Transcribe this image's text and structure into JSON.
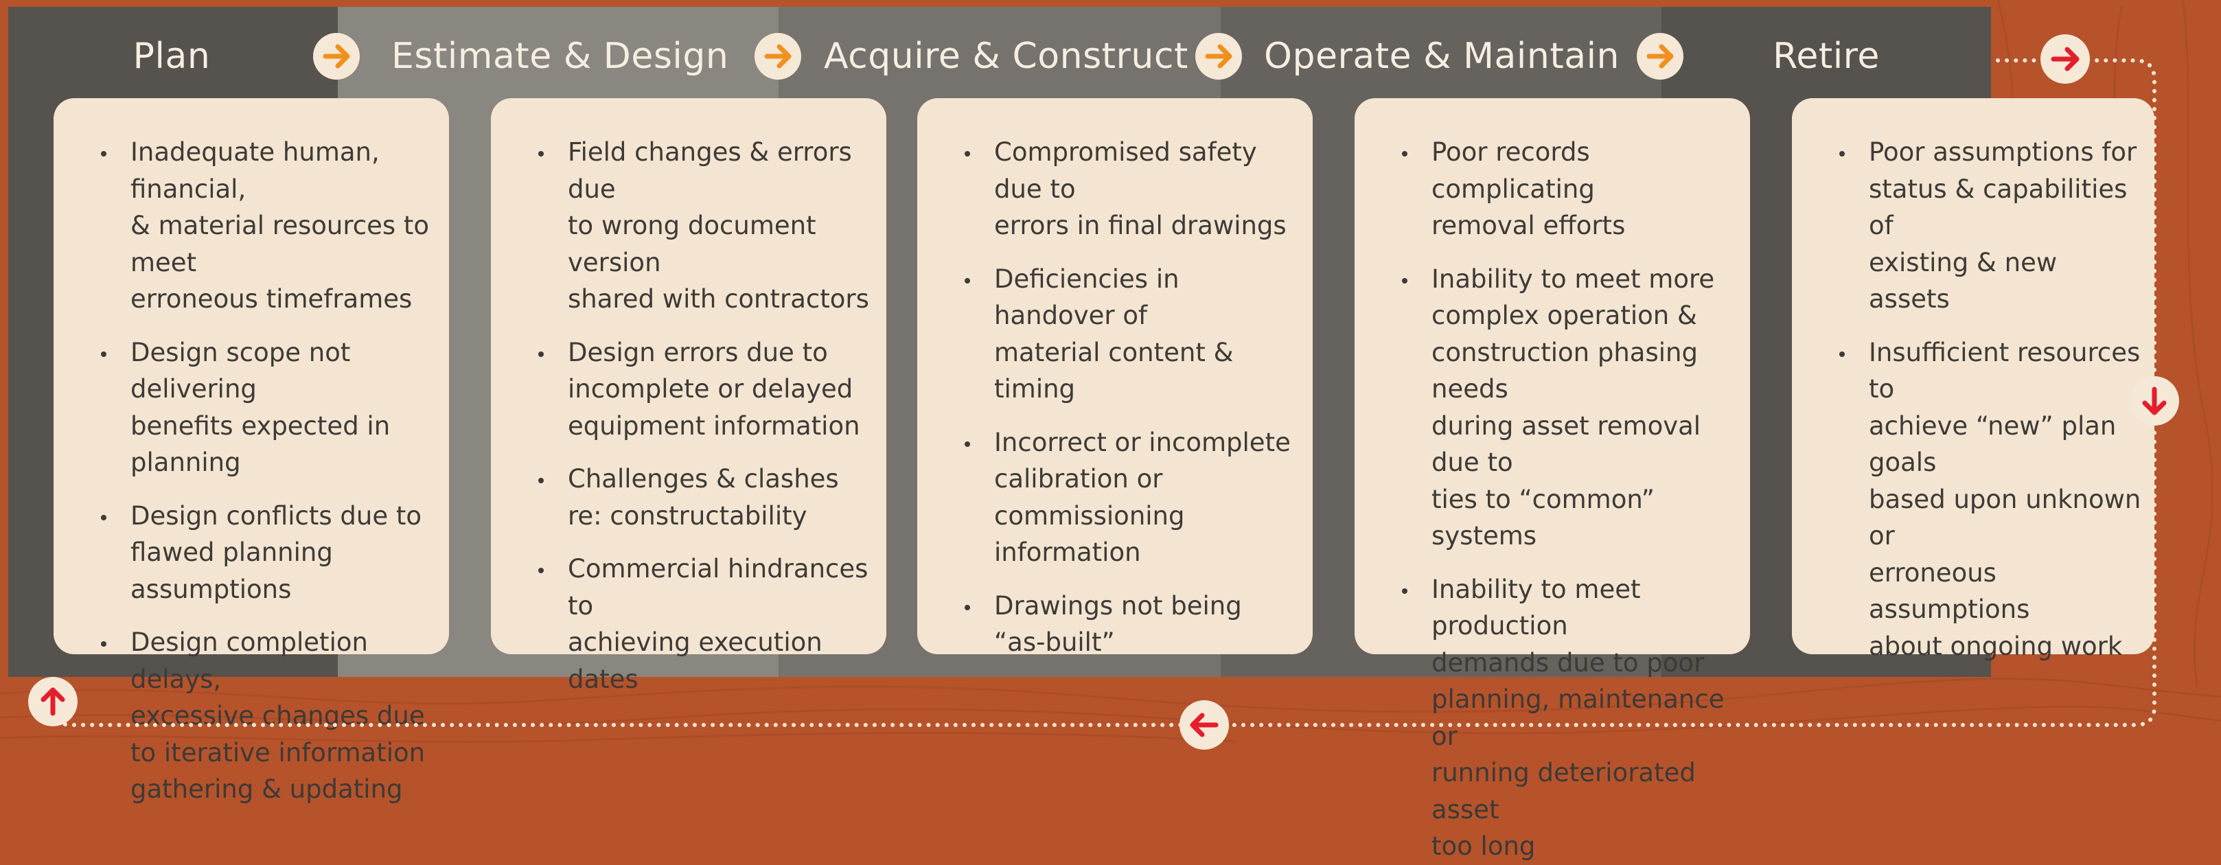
{
  "stages": [
    {
      "title": "Plan",
      "items": [
        "Inadequate human, financial,\n& material resources to meet\nerroneous timeframes",
        "Design scope not delivering\nbenefits expected in\nplanning",
        "Design conflicts due to\nflawed planning assumptions",
        "Design completion delays,\nexcessive changes due\nto iterative information\ngathering & updating"
      ]
    },
    {
      "title": "Estimate & Design",
      "items": [
        "Field changes & errors due\nto wrong document version\nshared with contractors",
        "Design errors due to\nincomplete or delayed\nequipment information",
        "Challenges & clashes\nre: constructability",
        "Commercial hindrances to\nachieving execution dates"
      ]
    },
    {
      "title": "Acquire & Construct",
      "items": [
        "Compromised safety due to\nerrors in final drawings",
        "Deficiencies in handover of\nmaterial content & timing",
        "Incorrect or incomplete\ncalibration or\ncommissioning information",
        "Drawings not being\n“as-built”"
      ]
    },
    {
      "title": "Operate & Maintain",
      "items": [
        "Poor records complicating\nremoval efforts",
        "Inability to meet more\ncomplex operation &\nconstruction phasing needs\nduring asset removal due to\nties to “common” systems",
        "Inability to meet production\ndemands due to poor\nplanning, maintenance or\nrunning deteriorated asset\ntoo long"
      ]
    },
    {
      "title": "Retire",
      "items": [
        "Poor assumptions for\nstatus & capabilities of\nexisting & new assets",
        "Insufficient resources to\nachieve “new” plan goals\nbased upon unknown or\nerroneous assumptions\nabout ongoing work"
      ]
    }
  ],
  "icons": {
    "stage_arrow": "arrow-right-icon",
    "stage_arrow_color": "#f0901e",
    "cycle_arrow_color": "#e31e2d"
  },
  "colors": {
    "background": "#b6532b",
    "band_plan": "#56524e",
    "band_estimate": "#8a8680",
    "band_acquire": "#76726d",
    "band_operate": "#66625e",
    "band_retire": "#56524e",
    "card": "#f3e5d1",
    "title_text": "#f6eee2",
    "body_text": "#3d3a37"
  }
}
